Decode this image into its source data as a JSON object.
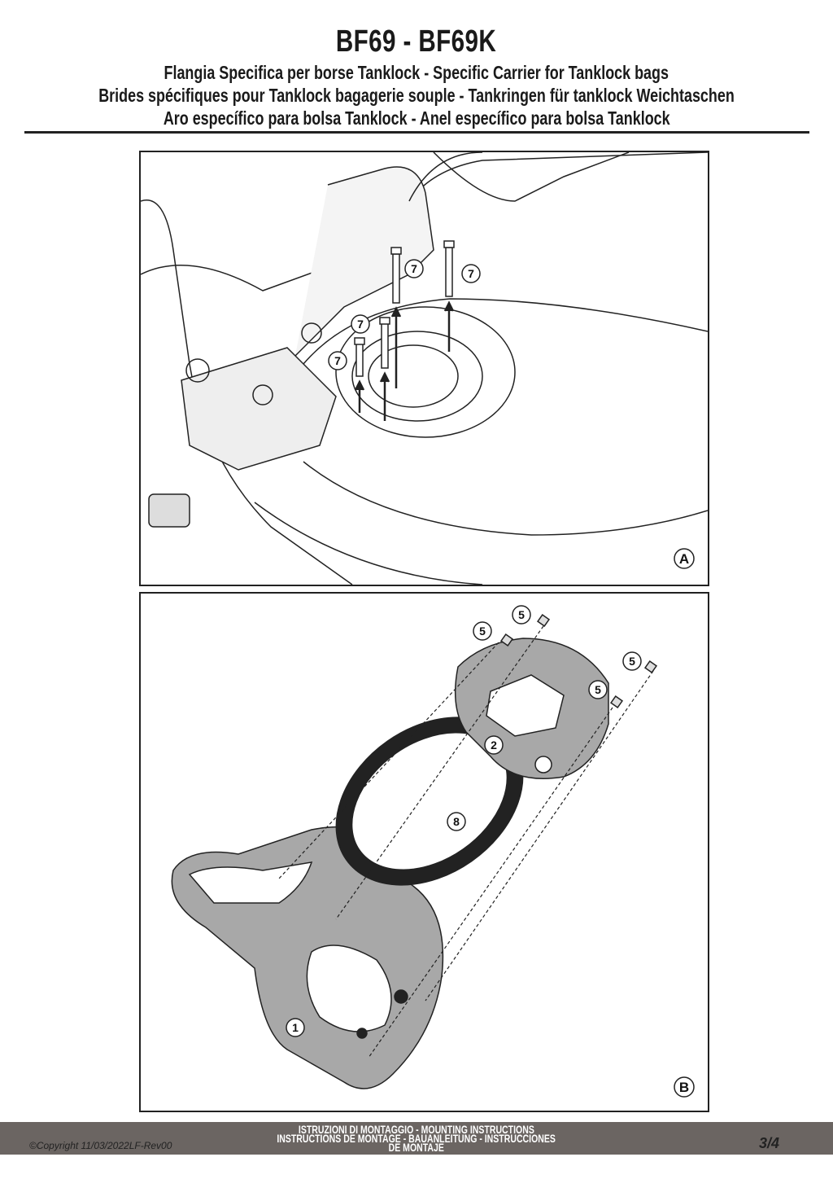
{
  "header": {
    "title": "BF69 - BF69K",
    "line_it_en": "Flangia Specifica per borse Tanklock - Specific Carrier for Tanklock bags",
    "line_fr_de": "Brides spécifiques pour Tanklock bagagerie souple - Tankringen für tanklock Weichtaschen",
    "line_es_pt": "Aro específico para bolsa Tanklock - Anel específico para bolsa Tanklock"
  },
  "panel_a": {
    "label": "A",
    "callouts": [
      "7",
      "7",
      "7",
      "7"
    ]
  },
  "panel_b": {
    "label": "B",
    "callouts": [
      "5",
      "5",
      "5",
      "5",
      "2",
      "8",
      "1"
    ]
  },
  "footer": {
    "line1": "ISTRUZIONI DI MONTAGGIO  -  MOUNTING INSTRUCTIONS",
    "line2": "INSTRUCTIONS DE MONTAGE - BAUANLEITUNG - INSTRUCCIONES",
    "line3": "DE MONTAJE",
    "copyright": "©Copyright 11/03/2022LF-Rev00",
    "page": "3/4"
  }
}
